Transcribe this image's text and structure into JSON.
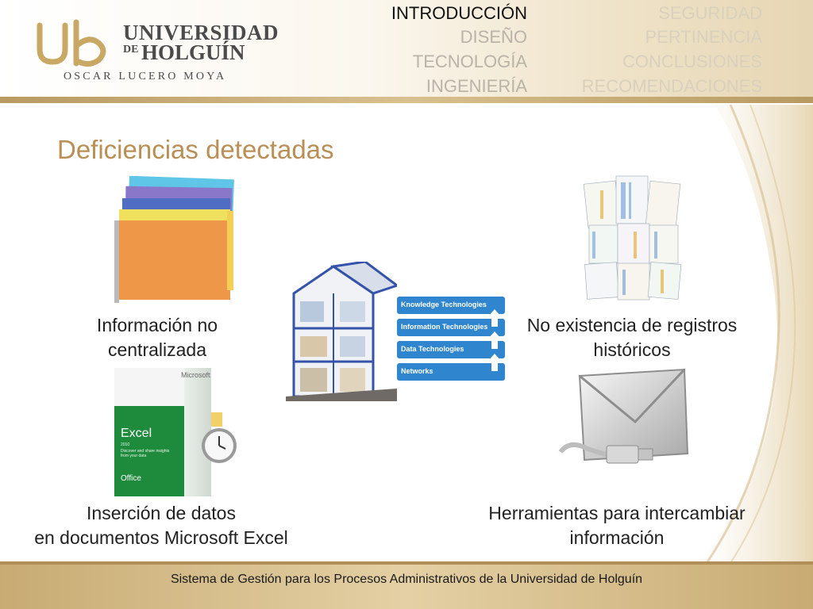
{
  "logo": {
    "line1": "UNIVERSIDAD",
    "line2_prefix": "DE",
    "line2": "HOLGUÍN",
    "subtitle": "OSCAR LUCERO MOYA"
  },
  "nav": {
    "left": [
      "INTRODUCCIÓN",
      "DISEÑO",
      "TECNOLOGÍA",
      "INGENIERÍA"
    ],
    "right": [
      "SEGURIDAD",
      "PERTINENCIA",
      "CONCLUSIONES",
      "RECOMENDACIONES"
    ],
    "active": "INTRODUCCIÓN"
  },
  "title": "Deficiencias detectadas",
  "captions": {
    "top_left": [
      "Información no",
      "centralizada"
    ],
    "top_right": [
      "No existencia de registros",
      "históricos"
    ],
    "bottom_left": [
      "Inserción de datos",
      "en documentos Microsoft Excel"
    ],
    "bottom_right": [
      "Herramientas para intercambiar",
      "información"
    ]
  },
  "center_diagram": {
    "layers": [
      "Knowledge Technologies",
      "Information Technologies",
      "Data Technologies",
      "Networks"
    ]
  },
  "excel_box": {
    "brand": "Microsoft",
    "product": "Excel",
    "year": "2010",
    "tagline": "Discover and share insights from your data",
    "office": "Office"
  },
  "footer": {
    "text": "Sistema de Gestión para los Procesos Administrativos de la Universidad de Holguín"
  },
  "colors": {
    "title": "#b98f56",
    "diagram_blue": "#2f86cf",
    "excel_green": "#1e8a3c",
    "footer": "#d6bd89"
  }
}
